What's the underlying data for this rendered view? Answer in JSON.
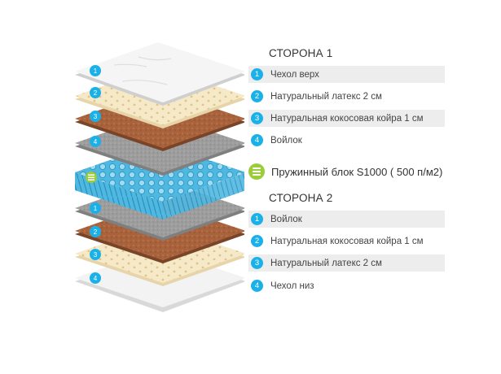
{
  "colors": {
    "accent_blue": "#1ab0e8",
    "accent_green": "#9bcd3a",
    "cover": "#f4f4f4",
    "latex": "#f6e9c8",
    "coir": "#a8623c",
    "felt": "#9a9a9a",
    "spring": "#5cc2e6"
  },
  "side1": {
    "title": "СТОРОНА 1",
    "items": [
      {
        "num": "1",
        "label": "Чехол верх"
      },
      {
        "num": "2",
        "label": "Натуральный латекс 2 см"
      },
      {
        "num": "3",
        "label": "Натуральная кокосовая койра 1 см"
      },
      {
        "num": "4",
        "label": "Войлок"
      }
    ]
  },
  "spring": {
    "icon": "menu-lines-icon",
    "label": "Пружинный блок S1000 ( 500 п/м2)"
  },
  "side2": {
    "title": "СТОРОНА 2",
    "items": [
      {
        "num": "1",
        "label": "Войлок"
      },
      {
        "num": "2",
        "label": "Натуральная кокосовая койра 1 см"
      },
      {
        "num": "3",
        "label": "Натуральный латекс 2 см"
      },
      {
        "num": "4",
        "label": "Чехол низ"
      }
    ]
  }
}
